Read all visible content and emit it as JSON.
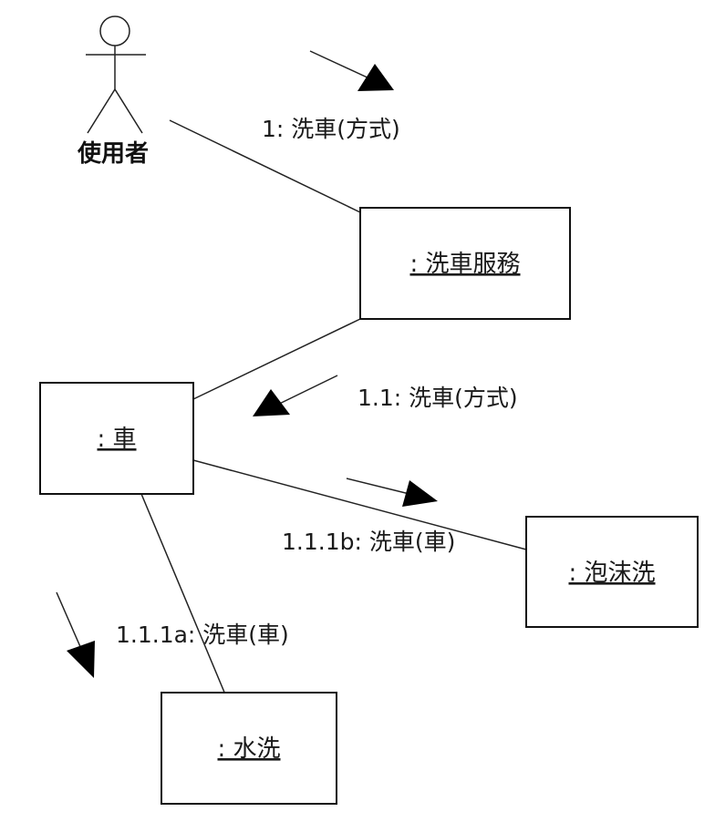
{
  "actor": {
    "name": "使用者"
  },
  "objects": {
    "car_wash_service": ": 洗車服務",
    "car": ": 車",
    "foam_wash": ": 泡沫洗",
    "water_wash": ": 水洗"
  },
  "messages": {
    "m1": "1: 洗車(方式)",
    "m1_1": "1.1: 洗車(方式)",
    "m1_1_1b": "1.1.1b: 洗車(車)",
    "m1_1_1a": "1.1.1a: 洗車(車)"
  },
  "colors": {
    "line": "#222222",
    "arrow": "#000000",
    "box_fill": "#ffffff"
  }
}
